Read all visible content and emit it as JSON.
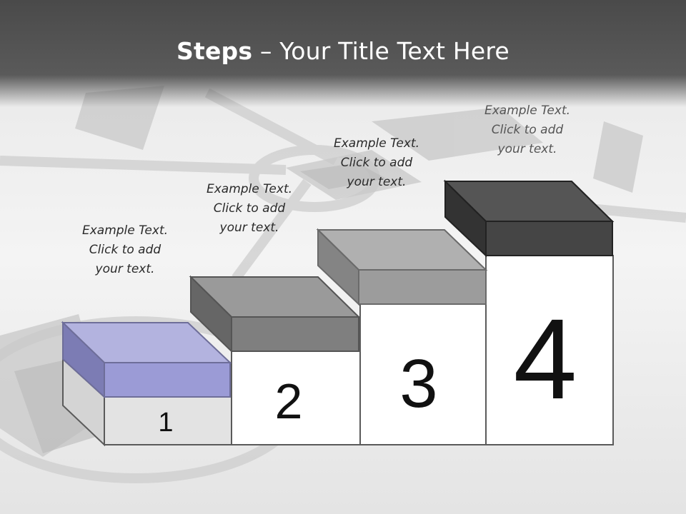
{
  "title": {
    "bold": "Steps",
    "rest": " – Your Title Text Here"
  },
  "steps": [
    {
      "number": "1",
      "caption": [
        "Example Text.",
        "Click  to add",
        "your text."
      ],
      "color": "#9b9bd6"
    },
    {
      "number": "2",
      "caption": [
        "Example Text.",
        "Click  to add",
        "your text."
      ],
      "color": "#7f7f7f"
    },
    {
      "number": "3",
      "caption": [
        "Example Text.",
        "Click  to add",
        "your text."
      ],
      "color": "#9c9c9c"
    },
    {
      "number": "4",
      "caption": [
        "Example Text.",
        "Click  to add",
        "your text."
      ],
      "color": "#454545"
    }
  ]
}
